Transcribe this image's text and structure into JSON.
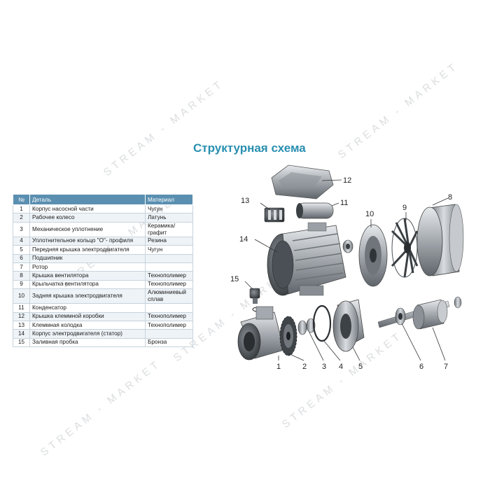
{
  "title": "Структурная схема",
  "watermark": "STREAM - MARKET",
  "table": {
    "headers": {
      "num": "№",
      "part": "Деталь",
      "material": "Материал"
    },
    "rows": [
      {
        "num": "1",
        "part": "Корпус насосной части",
        "material": "Чугун"
      },
      {
        "num": "2",
        "part": "Рабочее колесо",
        "material": "Латунь"
      },
      {
        "num": "3",
        "part": "Механическое уплотнение",
        "material": "Керамика/графит"
      },
      {
        "num": "4",
        "part": "Уплотнительное кольцо \"О\"- профиля",
        "material": "Резина"
      },
      {
        "num": "5",
        "part": "Передняя крышка электродвигателя",
        "material": "Чугун"
      },
      {
        "num": "6",
        "part": "Подшипник",
        "material": ""
      },
      {
        "num": "7",
        "part": "Ротор",
        "material": ""
      },
      {
        "num": "8",
        "part": "Крышка вентилятора",
        "material": "Технополимер"
      },
      {
        "num": "9",
        "part": "Крыльчатка вентилятора",
        "material": "Технополимер"
      },
      {
        "num": "10",
        "part": "Задняя крышка электродвигателя",
        "material": "Алюминиевый сплав"
      },
      {
        "num": "11",
        "part": "Конденсатор",
        "material": ""
      },
      {
        "num": "12",
        "part": "Крышка клеммной коробки",
        "material": "Технополимер"
      },
      {
        "num": "13",
        "part": "Клеммная колодка",
        "material": "Технополимер"
      },
      {
        "num": "14",
        "part": "Корпус электродвигателя (статор)",
        "material": ""
      },
      {
        "num": "15",
        "part": "Заливная пробка",
        "material": "Бронза"
      }
    ]
  },
  "callouts": {
    "c1": "1",
    "c2": "2",
    "c3": "3",
    "c4": "4",
    "c5": "5",
    "c6": "6",
    "c7": "7",
    "c8": "8",
    "c9": "9",
    "c10": "10",
    "c11": "11",
    "c12": "12",
    "c13": "13",
    "c14": "14",
    "c15": "15"
  },
  "colors": {
    "title": "#2a8fb0",
    "table_header": "#5a8fb0",
    "metal": "#9aa0a6"
  }
}
